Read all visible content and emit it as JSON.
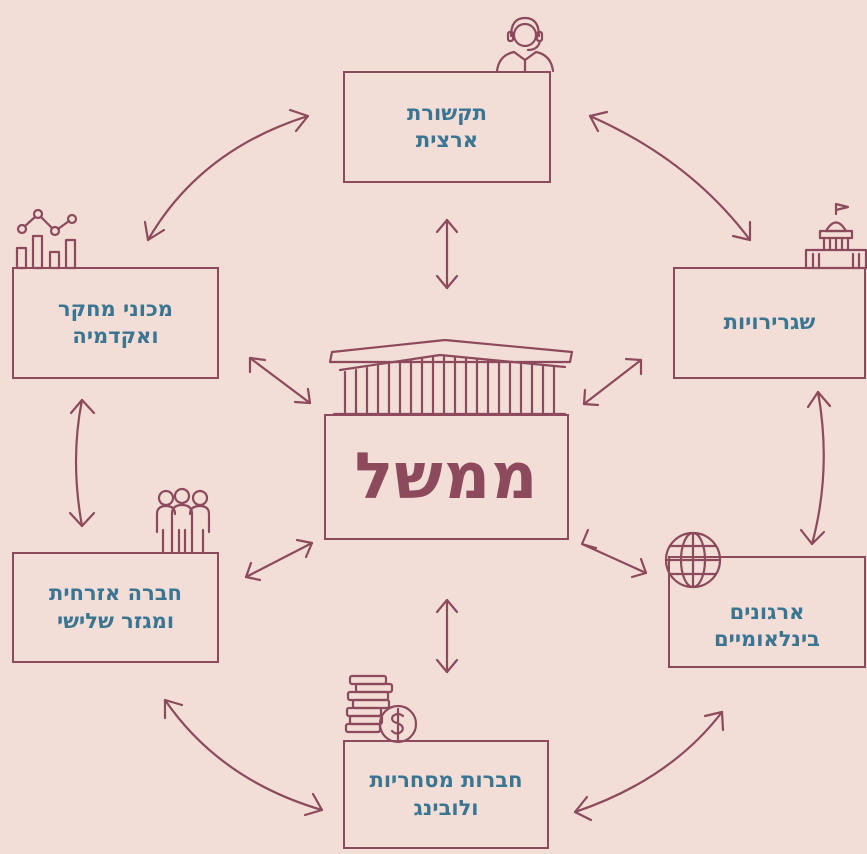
{
  "diagram": {
    "center": {
      "label": "ממשל",
      "icon": "parliament-building-icon"
    },
    "nodes": [
      {
        "id": "media",
        "label": "תקשורת\nארצית",
        "icon": "headset-person-icon"
      },
      {
        "id": "embassies",
        "label": "שגרירויות",
        "icon": "capitol-building-icon"
      },
      {
        "id": "intl-orgs",
        "label": "ארגונים\nבינלאומיים",
        "icon": "globe-icon"
      },
      {
        "id": "lobby",
        "label": "חברות מסחריות\nולובינג",
        "icon": "coins-dollar-icon"
      },
      {
        "id": "civil",
        "label": "חברה אזרחית\nומגזר שלישי",
        "icon": "people-group-icon"
      },
      {
        "id": "research",
        "label": "מכוני מחקר\nואקדמיה",
        "icon": "bar-chart-icon"
      }
    ]
  },
  "colors": {
    "background": "#f3ddd7",
    "accent": "#8c4a5c",
    "label_text": "#3a7592"
  }
}
